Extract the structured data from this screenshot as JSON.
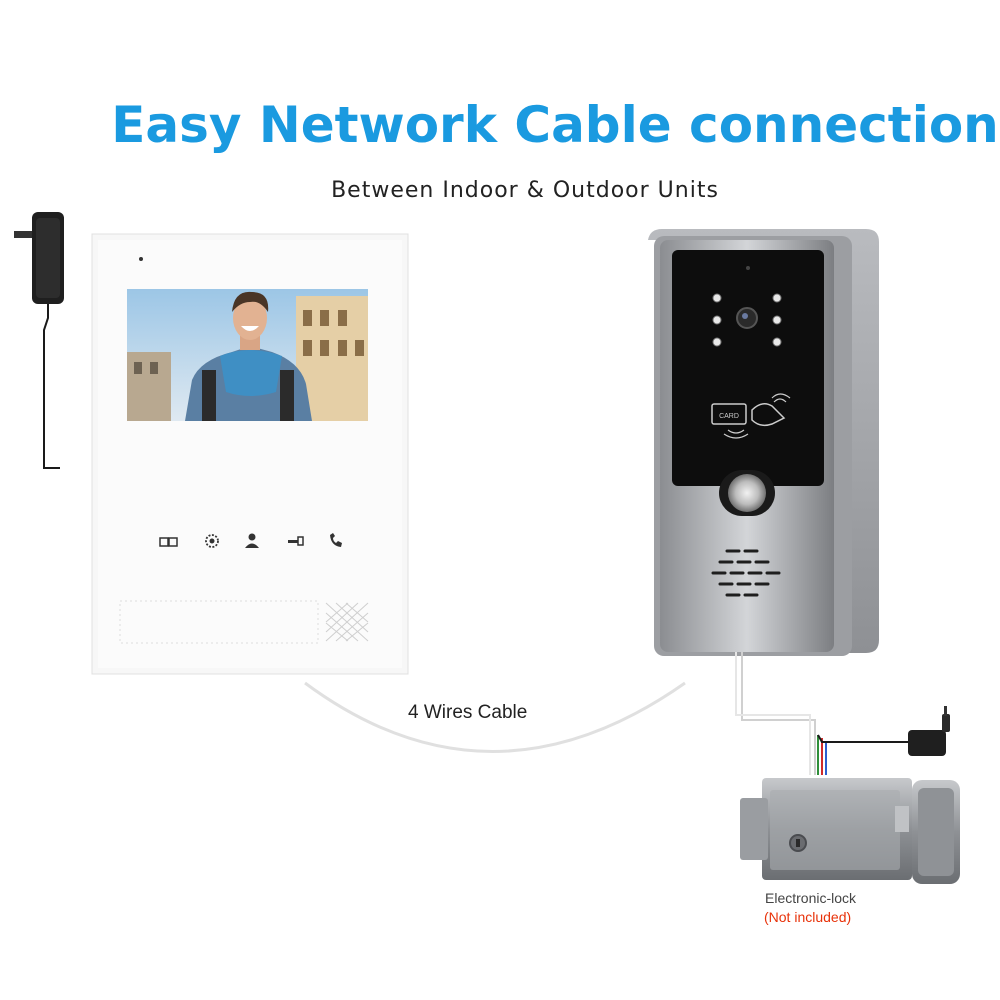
{
  "header": {
    "title": "Easy Network Cable connection",
    "subtitle": "Between Indoor & Outdoor Units"
  },
  "cable": {
    "label": "4 Wires Cable"
  },
  "lock": {
    "label": "Electronic-lock",
    "note": "(Not included)"
  },
  "doorbell": {
    "card_text": "CARD"
  },
  "monitor": {
    "buttons": [
      "mailbox-icon",
      "gear-icon",
      "person-icon",
      "key-icon",
      "phone-icon"
    ]
  },
  "colors": {
    "title": "#1a9ae0",
    "note": "#e8320a",
    "monitor_body": "#f7f7f7",
    "doorbell_face": "#0d0d0d",
    "doorbell_frame": "#a9abaf"
  }
}
